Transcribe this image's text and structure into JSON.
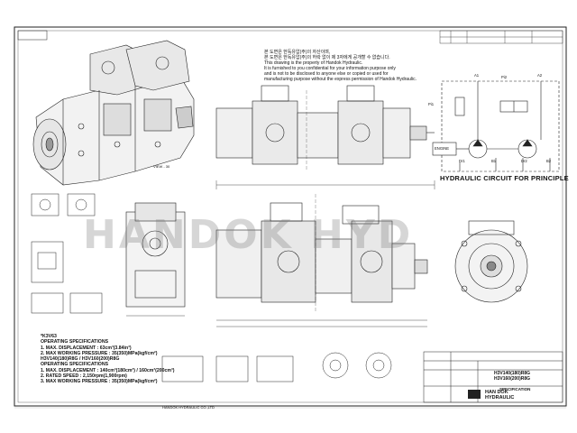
{
  "notice_lines": [
    "본 도면은 한독유압(주)의 자산이며,",
    "본 도면은 한독유압(주)의 허락 없이 제 3자에게 공개할 수 없습니다.",
    "This drawing is the property of Handok Hydraulic.",
    "It is furnished to you confidential for your information purpose only",
    "and is not to be disclosed to anyone else or copied or used for",
    "manufacturing purpose without the express permission of Handok Hydraulic."
  ],
  "circuit": {
    "title": "HYDRAULIC CIRCUIT FOR PRINCIPLE",
    "labels": {
      "a1": "A1",
      "a2": "A2",
      "pi1": "Pi1",
      "pi2": "Pi2",
      "engine": "ENGINE",
      "dr1": "Dr1",
      "b1": "B1",
      "dr2": "Dr2",
      "b2": "B2"
    }
  },
  "spec": {
    "model_a": "*K3V63",
    "title_a": "OPERATING SPECIFICATIONS",
    "a1": "1. MAX. DISPLACEMENT : 63cm³(3.84in³)",
    "a2": "2. MAX WORKING PRESSURE : 35(350)MPa(kgf/cm²)",
    "model_b": "H3V140(180)R8G / H3V160(200)R8G",
    "title_b": "OPERATING SPECIFICATIONS",
    "b1": "1. MAX. DISPLACEMENT : 140cm³(180cm³) / 160cm³(200cm³)",
    "b2": "2. RATED SPEED : 2,150rpm(1,900rpm)",
    "b3": "3. MAX WORKING PRESSURE : 35(350)MPa(kgf/cm²)"
  },
  "watermark": "HANDOK HYD",
  "view_label": "VIEW - 30",
  "title_block": {
    "model_1": "H3V140(180)R8G",
    "model_2": "H3V160(200)R8G",
    "spec_label": "SPECIFICATION",
    "company_1": "HAN DOK",
    "company_2": "HYDRAULIC"
  },
  "footer_left": "HANDOK HYDRAULIC CO.,LTD"
}
